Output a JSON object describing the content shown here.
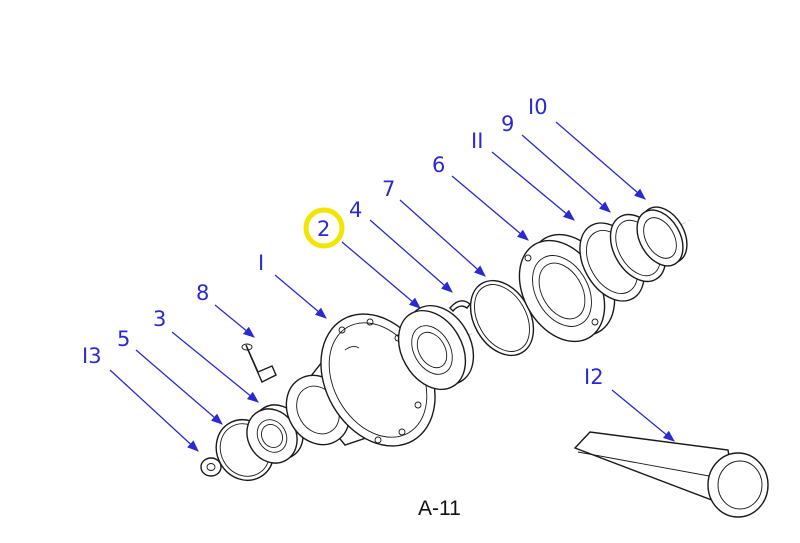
{
  "figure": {
    "caption": "A-11",
    "highlight_color": "#f2e600",
    "callout_color": "#2a2ad0",
    "highlighted_callout": "2"
  },
  "callouts": [
    {
      "id": "c1",
      "label": "I"
    },
    {
      "id": "c2",
      "label": "2"
    },
    {
      "id": "c3",
      "label": "3"
    },
    {
      "id": "c4",
      "label": "4"
    },
    {
      "id": "c5",
      "label": "5"
    },
    {
      "id": "c6",
      "label": "6"
    },
    {
      "id": "c7",
      "label": "7"
    },
    {
      "id": "c8",
      "label": "8"
    },
    {
      "id": "c9",
      "label": "9"
    },
    {
      "id": "c10",
      "label": "I0"
    },
    {
      "id": "c11",
      "label": "II"
    },
    {
      "id": "c12",
      "label": "I2"
    },
    {
      "id": "c13",
      "label": "I3"
    }
  ]
}
